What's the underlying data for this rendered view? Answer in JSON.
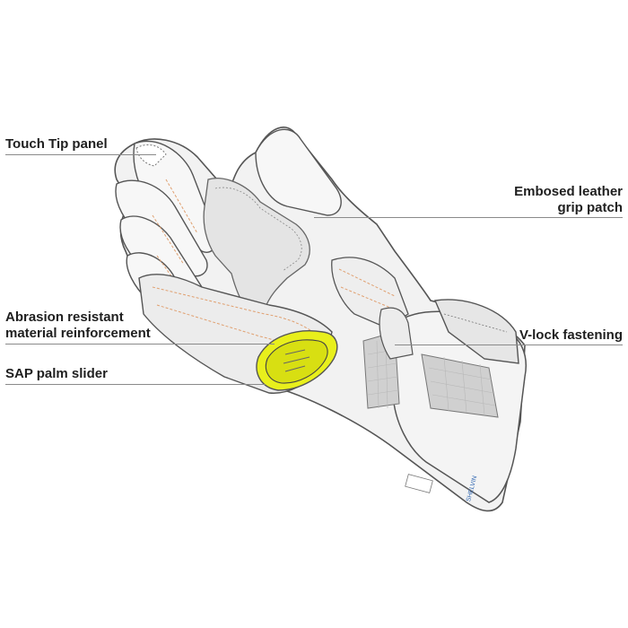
{
  "diagram": {
    "callouts": {
      "touch_tip": "Touch Tip panel",
      "grip_patch_line1": "Embosed leather",
      "grip_patch_line2": "grip patch",
      "abrasion_line1": "Abrasion resistant",
      "abrasion_line2": "material reinforcement",
      "v_lock": "V-lock fastening",
      "sap_slider": "SAP palm slider"
    },
    "cuff_tag": "SHELVIN",
    "colors": {
      "outline": "#555555",
      "panel_fill": "#f2f2f2",
      "grip_fill": "#e4e4e4",
      "stitch": "#e0a070",
      "slider_yellow": "#e8ef1c",
      "mesh": "#d0d0d0",
      "leader": "#8a8a8a"
    },
    "icons": [
      "glove-illustration",
      "slider-highlight"
    ]
  }
}
